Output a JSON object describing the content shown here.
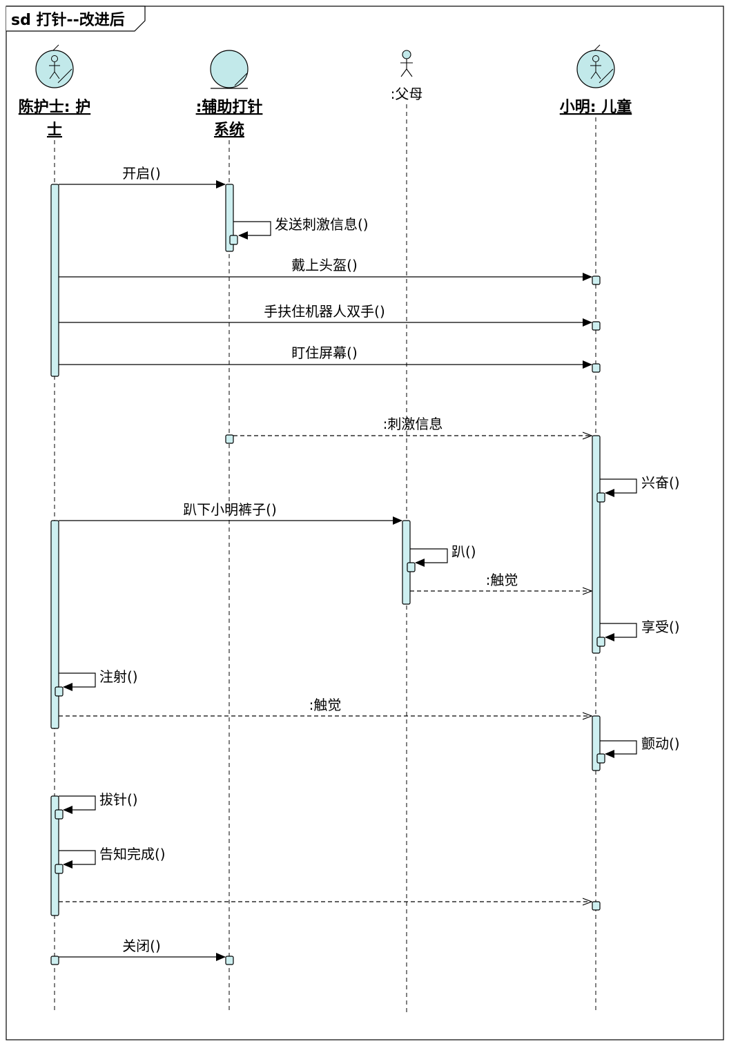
{
  "frame": {
    "title": "sd 打针--改进后"
  },
  "lifelines": {
    "nurse": {
      "name_line1": "陈护士: 护",
      "name_line2": "士"
    },
    "system": {
      "name_line1": ":辅助打针",
      "name_line2": "系统"
    },
    "parent": {
      "name": ":父母"
    },
    "child": {
      "name": "小明: 儿童"
    }
  },
  "messages": [
    {
      "id": "m1",
      "label": "开启()"
    },
    {
      "id": "m2",
      "label": "发送刺激信息()"
    },
    {
      "id": "m3",
      "label": "戴上头盔()"
    },
    {
      "id": "m4",
      "label": "手扶住机器人双手()"
    },
    {
      "id": "m5",
      "label": "盯住屏幕()"
    },
    {
      "id": "m6",
      "label": ":刺激信息"
    },
    {
      "id": "m7",
      "label": "兴奋()"
    },
    {
      "id": "m8",
      "label": "趴下小明裤子()"
    },
    {
      "id": "m9",
      "label": "趴()"
    },
    {
      "id": "m10",
      "label": ":触觉"
    },
    {
      "id": "m11",
      "label": "享受()"
    },
    {
      "id": "m12",
      "label": "注射()"
    },
    {
      "id": "m13",
      "label": ":触觉"
    },
    {
      "id": "m14",
      "label": "颤动()"
    },
    {
      "id": "m15",
      "label": "拔针()"
    },
    {
      "id": "m16",
      "label": "告知完成()"
    },
    {
      "id": "m17",
      "label": ""
    },
    {
      "id": "m18",
      "label": "关闭()"
    }
  ],
  "colors": {
    "activation_fill": "#cdeff0",
    "actor_fill": "#c2e9ea",
    "line": "#000000"
  }
}
